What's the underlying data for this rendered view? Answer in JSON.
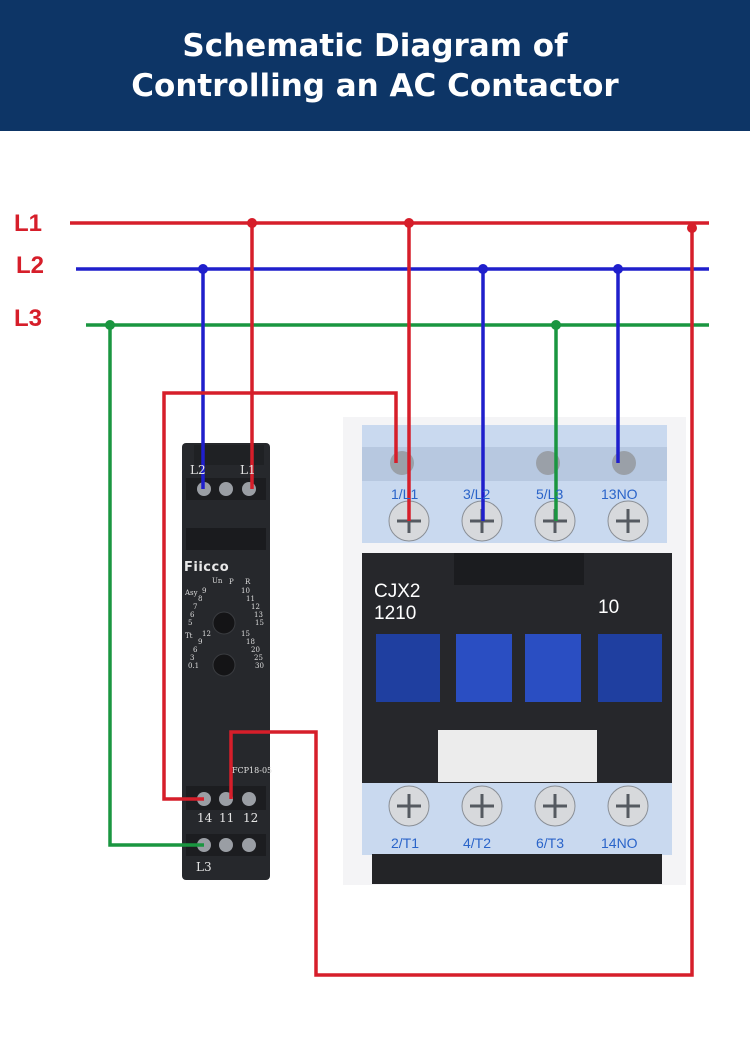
{
  "header": {
    "title_line1": "Schematic Diagram of",
    "title_line2": "Controlling an AC Contactor"
  },
  "lines": [
    {
      "label": "L1",
      "color": "#d61e2a"
    },
    {
      "label": "L2",
      "color": "#1f1fcc"
    },
    {
      "label": "L3",
      "color": "#1a9640"
    }
  ],
  "relay": {
    "brand": "Fiicco",
    "model": "FCP18-05",
    "top_terminals": [
      "L2",
      "L1"
    ],
    "bottom_terminals": [
      "14",
      "11",
      "12"
    ],
    "l3_terminal": "L3",
    "dial_marks": {
      "un": "Un",
      "p": "P",
      "r": "R",
      "asy": "Asy",
      "tt": "Tt"
    },
    "asy_scale": [
      "9",
      "8",
      "7",
      "6",
      "5"
    ],
    "right_scale_1": [
      "10",
      "11",
      "12",
      "13",
      "15"
    ],
    "tt_scale": [
      "12",
      "9",
      "6",
      "3",
      "0.1"
    ],
    "right_scale_2": [
      "15",
      "18",
      "20",
      "25",
      "30"
    ]
  },
  "contactor": {
    "model_line1": "CJX2",
    "model_line2": "1210",
    "aux_value": "10",
    "top_labels": [
      "1/L1",
      "3/L2",
      "5/L3",
      "13NO"
    ],
    "bottom_labels": [
      "2/T1",
      "4/T2",
      "6/T3",
      "14NO"
    ]
  }
}
